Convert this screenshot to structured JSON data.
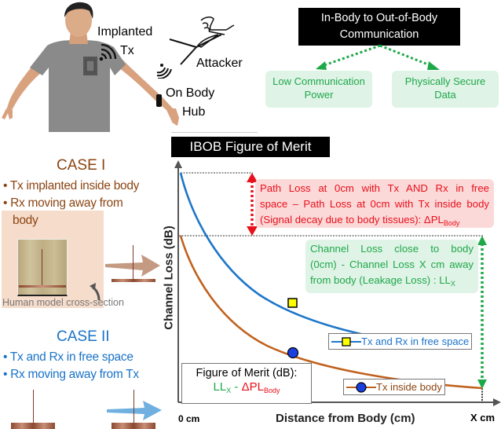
{
  "top": {
    "labels": {
      "implanted_tx": "Implanted\nTx",
      "implanted": "Implanted",
      "tx": "Tx",
      "attacker": "Attacker",
      "on_body": "On Body",
      "hub": "Hub"
    },
    "ibob_title_line1": "In-Body to Out-of-Body",
    "ibob_title_line2": "Communication",
    "benefits": [
      {
        "line1": "Low Communication",
        "line2": "Power"
      },
      {
        "line1": "Physically Secure",
        "line2": "Data"
      }
    ]
  },
  "case1": {
    "title": "CASE I",
    "bullets": [
      "Tx implanted inside body",
      "Rx moving away from",
      "body"
    ],
    "caption": "Human model cross-section"
  },
  "case2": {
    "title": "CASE II",
    "bullets": [
      "Tx and Rx in free space",
      "Rx moving away from Tx"
    ]
  },
  "chart_title": "IBOB Figure of Merit",
  "chart_data": {
    "type": "line",
    "title": "IBOB Figure of Merit",
    "xlabel": "Distance from Body (cm)",
    "ylabel": "Channel Loss (dB)",
    "x_ticks": [
      "0 cm",
      "X cm"
    ],
    "grid": false,
    "legend_position": "inside-right",
    "series": [
      {
        "name": "Tx and Rx in free space",
        "color": "#1f77c8",
        "marker": "square-yellow",
        "shape": "decaying curve starting at top of axis"
      },
      {
        "name": "Tx inside body",
        "color": "#c0621e",
        "marker": "circle-blue",
        "shape": "decaying curve starting lower, ending near x-axis at X cm"
      }
    ],
    "annotations": [
      {
        "text": "Path Loss at 0cm with Tx AND Rx in free space – Path Loss at 0cm with Tx inside body (Signal decay due to body tissues): ΔPL_Body",
        "color": "#e8101a"
      },
      {
        "text": "Channel Loss close to body (0cm) - Channel Loss X cm away from body (Leakage Loss) : LL_X",
        "color": "#1fa84a"
      },
      {
        "text": "Figure of Merit (dB): LL_X - ΔPL_Body"
      }
    ]
  },
  "annotations": {
    "red_line1": "Path Loss at 0cm with Tx AND Rx in free",
    "red_line2": "space – Path Loss at 0cm with Tx inside body",
    "red_line3": "(Signal decay due to body tissues): ΔPL",
    "red_sub": "Body",
    "green_line1": "Channel Loss close to body",
    "green_line2": "(0cm) - Channel Loss X cm away",
    "green_line3": "from body (Leakage Loss) : LL",
    "green_sub": "X"
  },
  "legend": {
    "free_space": "Tx and Rx in free space",
    "inside_body": "Tx inside body"
  },
  "fom": {
    "title": "Figure of Merit (dB):",
    "ll": "LL",
    "ll_sub": "X",
    "minus": " - ",
    "dpl": "ΔPL",
    "dpl_sub": "Body"
  },
  "axis": {
    "ylabel": "Channel Loss (dB)",
    "xlabel": "Distance from Body (cm)",
    "x0": "0 cm",
    "xX": "X cm"
  },
  "colors": {
    "case1": "#8b4513",
    "case2": "#1a73c8",
    "green": "#1fa84a",
    "red": "#e8101a",
    "blue_curve": "#1f77c8",
    "orange_curve": "#c0621e"
  }
}
